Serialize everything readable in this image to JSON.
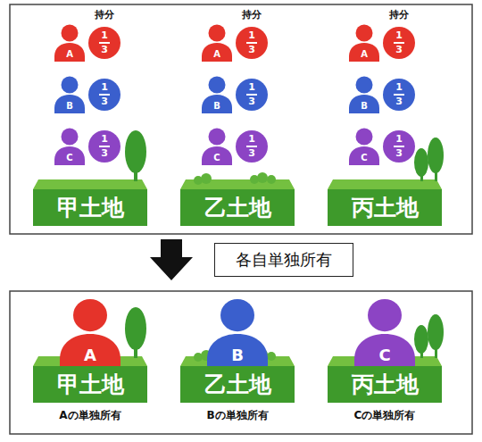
{
  "diagram": {
    "nodes": [
      {
        "text": [
          "A"
        ]
      },
      {
        "text": [
          "1",
          "3"
        ]
      },
      {
        "text": [
          "B"
        ]
      },
      {
        "text": [
          "1",
          "3"
        ]
      },
      {
        "text": [
          "C"
        ]
      },
      {
        "text": [
          "1",
          "3"
        ]
      },
      {
        "text": [
          "甲土地"
        ]
      },
      {
        "text": [
          "A"
        ]
      },
      {
        "text": [
          "1",
          "3"
        ]
      },
      {
        "text": [
          "B"
        ]
      },
      {
        "text": [
          "1",
          "3"
        ]
      },
      {
        "text": [
          "C"
        ]
      },
      {
        "text": [
          "1",
          "3"
        ]
      },
      {
        "text": [
          "乙土地"
        ]
      },
      {
        "text": [
          "A"
        ]
      },
      {
        "text": [
          "1",
          "3"
        ]
      },
      {
        "text": [
          "B"
        ]
      },
      {
        "text": [
          "1",
          "3"
        ]
      },
      {
        "text": [
          "C"
        ]
      },
      {
        "text": [
          "1",
          "3"
        ]
      },
      {
        "text": [
          "丙土地"
        ]
      },
      {
        "text": [
          "各自単独所有"
        ]
      },
      {
        "text": [
          "A"
        ]
      },
      {
        "text": [
          "甲土地"
        ]
      },
      {
        "text": [
          "B"
        ]
      },
      {
        "text": [
          "乙土地"
        ]
      },
      {
        "text": [
          "C"
        ]
      },
      {
        "text": [
          "丙土地"
        ]
      }
    ],
    "labels": [
      "持分",
      "持分",
      "持分",
      "Aの単独所有",
      "Bの単独所有",
      "Cの単独所有"
    ]
  }
}
